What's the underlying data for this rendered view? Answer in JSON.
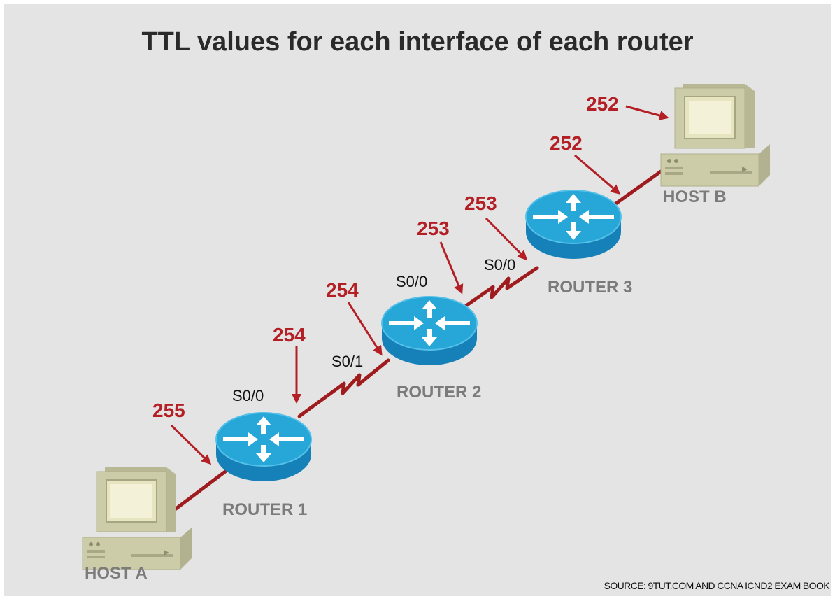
{
  "title": "TTL values for each interface of each router",
  "source": "SOURCE: 9TUT.COM AND CCNA ICND2 EXAM BOOK",
  "colors": {
    "background": "#e4e4e4",
    "link": "#9e1b1e",
    "ttl_text": "#b31f24",
    "router": "#27a6d8",
    "label_gray": "#7b7b7b",
    "host": "#cdcca8"
  },
  "devices": {
    "host_a": "HOST A",
    "router_1": "ROUTER 1",
    "router_2": "ROUTER 2",
    "router_3": "ROUTER 3",
    "host_b": "HOST B"
  },
  "ports": {
    "r1_s00": "S0/0",
    "r2_s01": "S0/1",
    "r2_s00": "S0/0",
    "r3_s00": "S0/0"
  },
  "ttl": {
    "r1_in": "255",
    "r1_out": "254",
    "r2_in": "254",
    "r2_out": "253",
    "r3_in": "253",
    "r3_out": "252",
    "host_b": "252"
  },
  "icons": {
    "router": "router-icon",
    "host": "desktop-computer-icon",
    "arrow": "arrow-icon"
  }
}
